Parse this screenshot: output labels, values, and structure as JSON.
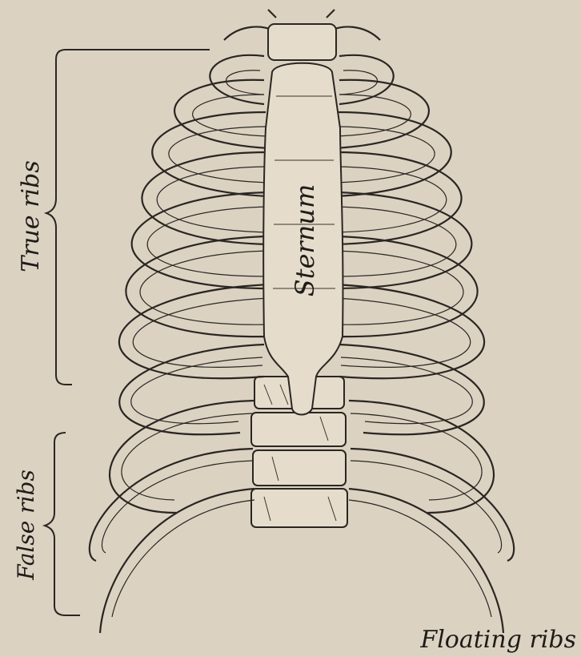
{
  "labels": {
    "true_ribs": "True ribs",
    "false_ribs": "False ribs",
    "sternum": "Sternum",
    "floating_ribs": "Floating ribs"
  },
  "colors": {
    "paper": "#dcd2c2",
    "bone": "#e6dccb",
    "ink": "#2a2622"
  }
}
